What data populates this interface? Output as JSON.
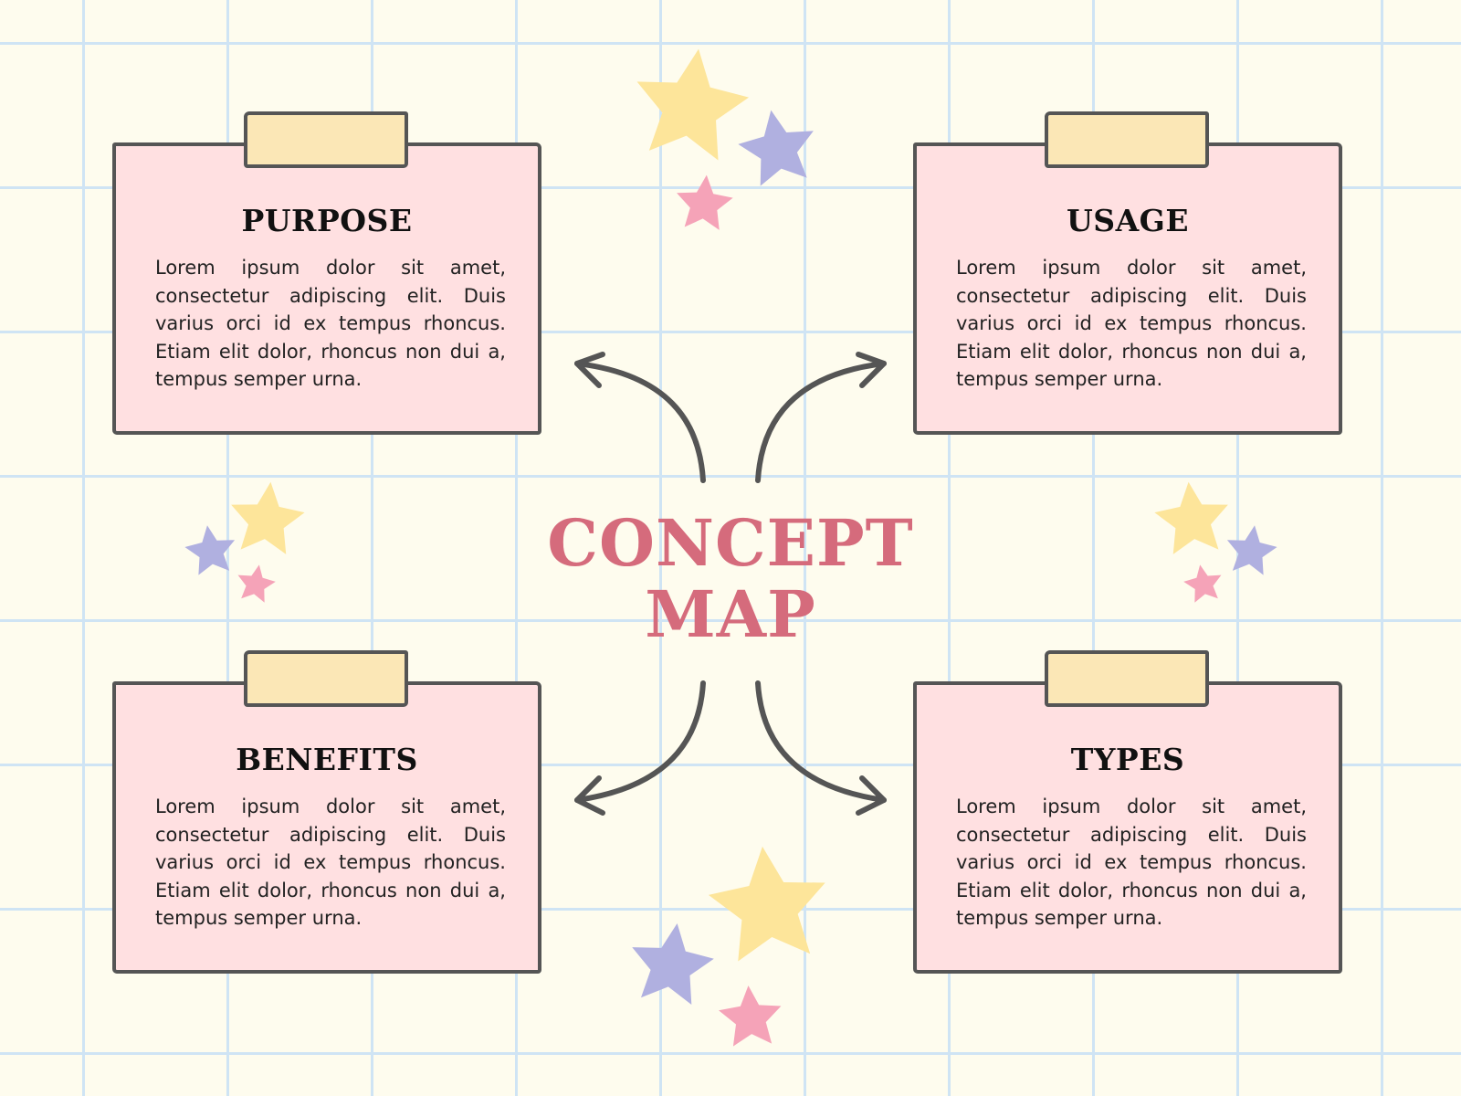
{
  "center_title": {
    "line1": "CONCEPT",
    "line2": "MAP"
  },
  "cards": [
    {
      "title": "PURPOSE",
      "body": "Lorem ipsum dolor sit amet, consectetur adipiscing elit. Duis varius orci id ex tempus rhoncus. Etiam elit dolor, rhoncus non dui a, tempus semper urna."
    },
    {
      "title": "USAGE",
      "body": "Lorem ipsum dolor sit amet, consectetur adipiscing elit. Duis varius orci id ex tempus rhoncus. Etiam elit dolor, rhoncus non dui a, tempus semper urna."
    },
    {
      "title": "BENEFITS",
      "body": "Lorem ipsum dolor sit amet, consectetur adipiscing elit. Duis varius orci id ex tempus rhoncus. Etiam elit dolor, rhoncus non dui a, tempus semper urna."
    },
    {
      "title": "TYPES",
      "body": "Lorem ipsum dolor sit amet, consectetur adipiscing elit. Duis varius orci id ex tempus rhoncus. Etiam elit dolor, rhoncus non dui a, tempus semper urna."
    }
  ],
  "colors": {
    "background": "#fefcee",
    "grid": "#cfe4f4",
    "card": "#ffe0e1",
    "tape": "#fbe7b6",
    "outline": "#555555",
    "title_accent": "#d56b7c",
    "star_yellow": "#fde59a",
    "star_purple": "#b0b0e0",
    "star_pink": "#f5a3b8"
  }
}
